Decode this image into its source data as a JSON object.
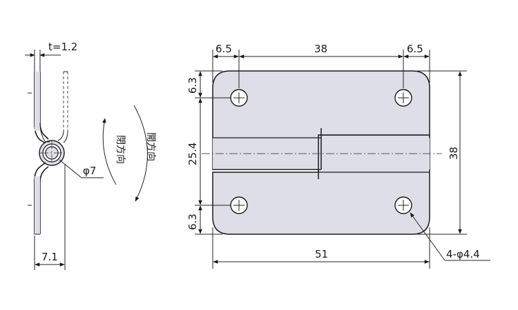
{
  "side_view": {
    "thickness_label": "t=1.2",
    "pin_diameter_label": "φ7",
    "width_label": "7.1",
    "arrow_label_left": "閉方向",
    "arrow_label_right": "開方向"
  },
  "front_view": {
    "top_left_offset": "6.5",
    "top_hole_spacing": "38",
    "top_right_offset": "6.5",
    "left_top_offset": "6.3",
    "left_middle": "25.4",
    "left_bottom_offset": "6.3",
    "right_height": "38",
    "bottom_width": "51",
    "hole_callout": "4-φ4.4"
  },
  "colors": {
    "plate_fill": "#dedee8",
    "line": "#1a1a1a",
    "background": "#ffffff"
  }
}
